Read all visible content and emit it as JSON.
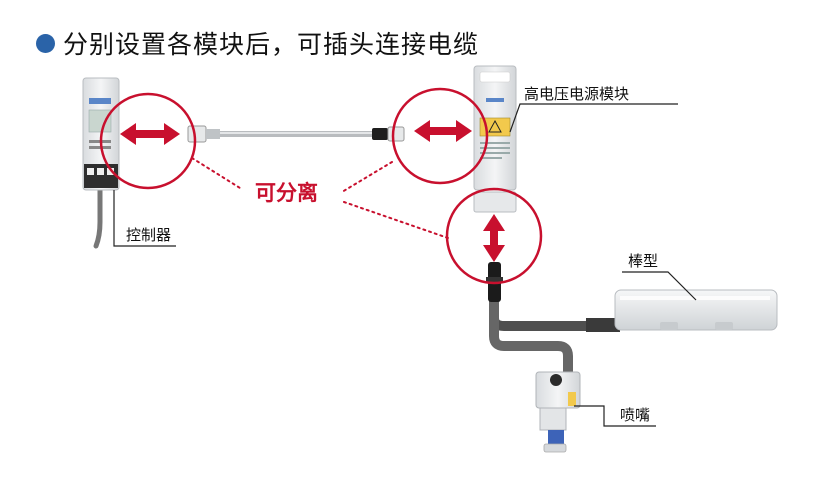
{
  "header": {
    "title": "分别设置各模块后，可插头连接电缆"
  },
  "labels": {
    "controller": "控制器",
    "hv_module": "高电压电源模块",
    "separable": "可分离",
    "bar_type": "棒型",
    "nozzle": "喷嘴"
  },
  "colors": {
    "bullet": "#2a63a8",
    "highlight": "#c8102e",
    "device_body": "#e9ebec",
    "cable": "#555555"
  }
}
